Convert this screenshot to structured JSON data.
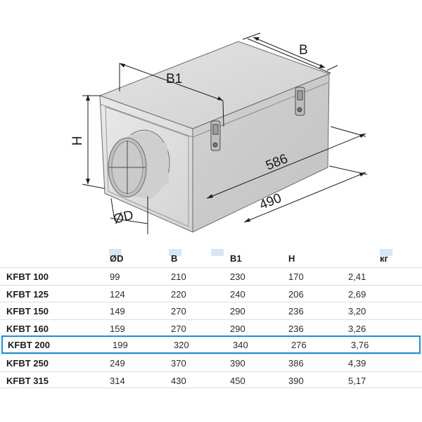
{
  "drawing": {
    "labels": {
      "B": "B",
      "B1": "B1",
      "H": "H",
      "D": "ØD",
      "len586": "586",
      "len490": "490"
    }
  },
  "table": {
    "headers": [
      "ØD",
      "B",
      "B1",
      "H",
      "",
      "кг"
    ],
    "rows": [
      {
        "model": "KFBT 100",
        "values": [
          "99",
          "210",
          "230",
          "170",
          "2,41"
        ]
      },
      {
        "model": "KFBT 125",
        "values": [
          "124",
          "220",
          "240",
          "206",
          "2,69"
        ]
      },
      {
        "model": "KFBT 150",
        "values": [
          "149",
          "270",
          "290",
          "236",
          "3,20"
        ]
      },
      {
        "model": "KFBT 160",
        "values": [
          "159",
          "270",
          "290",
          "236",
          "3,26"
        ]
      },
      {
        "model": "KFBT 200",
        "values": [
          "199",
          "320",
          "340",
          "276",
          "3,76"
        ]
      },
      {
        "model": "KFBT 250",
        "values": [
          "249",
          "370",
          "390",
          "386",
          "4,39"
        ]
      },
      {
        "model": "KFBT 315",
        "values": [
          "314",
          "430",
          "450",
          "390",
          "5,17"
        ]
      }
    ],
    "highlighted_model": "KFBT 200",
    "highlight_color": "#1e8fd5"
  }
}
